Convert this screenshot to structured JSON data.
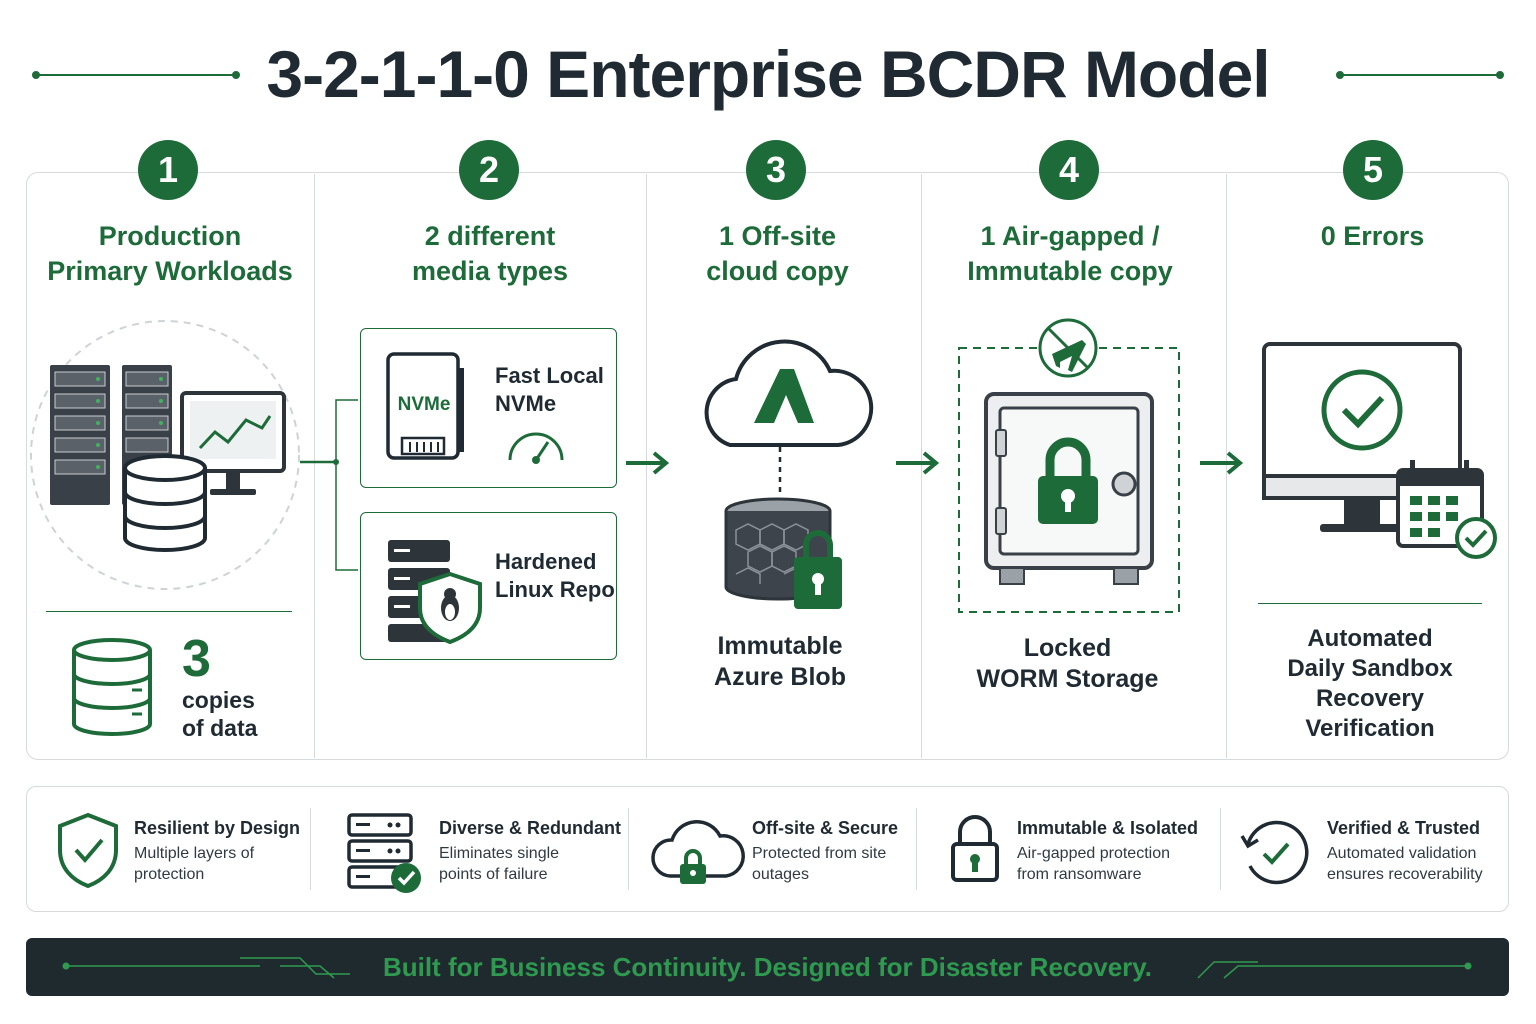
{
  "title": "3-2-1-1-0 Enterprise BCDR Model",
  "colors": {
    "accent": "#1e6b3a",
    "dark": "#1f2a33",
    "border": "#d6dadd",
    "footer_bg": "#1f2a2f",
    "footer_text": "#2f9a4f"
  },
  "columns": [
    {
      "number": "1",
      "title": "Production\nPrimary Workloads"
    },
    {
      "number": "2",
      "title": "2 different\nmedia types"
    },
    {
      "number": "3",
      "title": "1 Off-site\ncloud copy"
    },
    {
      "number": "4",
      "title": "1 Air-gapped /\nImmutable copy"
    },
    {
      "number": "5",
      "title": "0 Errors"
    }
  ],
  "copies": {
    "number": "3",
    "text": "copies\nof data"
  },
  "media": [
    {
      "label": "Fast Local\nNVMe",
      "chip_text": "NVMe",
      "icon": "nvme-drive-icon"
    },
    {
      "label": "Hardened\nLinux Repo",
      "icon": "linux-server-shield-icon"
    }
  ],
  "captions": {
    "cloud": "Immutable\nAzure Blob",
    "worm": "Locked\nWORM Storage",
    "verify": "Automated\nDaily Sandbox\nRecovery\nVerification"
  },
  "features": [
    {
      "title": "Resilient by Design",
      "desc": "Multiple layers of\nprotection",
      "icon": "shield-check-icon"
    },
    {
      "title": "Diverse & Redundant",
      "desc": "Eliminates single\npoints of failure",
      "icon": "server-check-icon"
    },
    {
      "title": "Off-site & Secure",
      "desc": "Protected from site\noutages",
      "icon": "cloud-lock-icon"
    },
    {
      "title": "Immutable & Isolated",
      "desc": "Air-gapped protection\nfrom ransomware",
      "icon": "padlock-icon"
    },
    {
      "title": "Verified & Trusted",
      "desc": "Automated validation\nensures recoverability",
      "icon": "refresh-check-icon"
    }
  ],
  "footer": "Built for Business Continuity. Designed for Disaster Recovery."
}
